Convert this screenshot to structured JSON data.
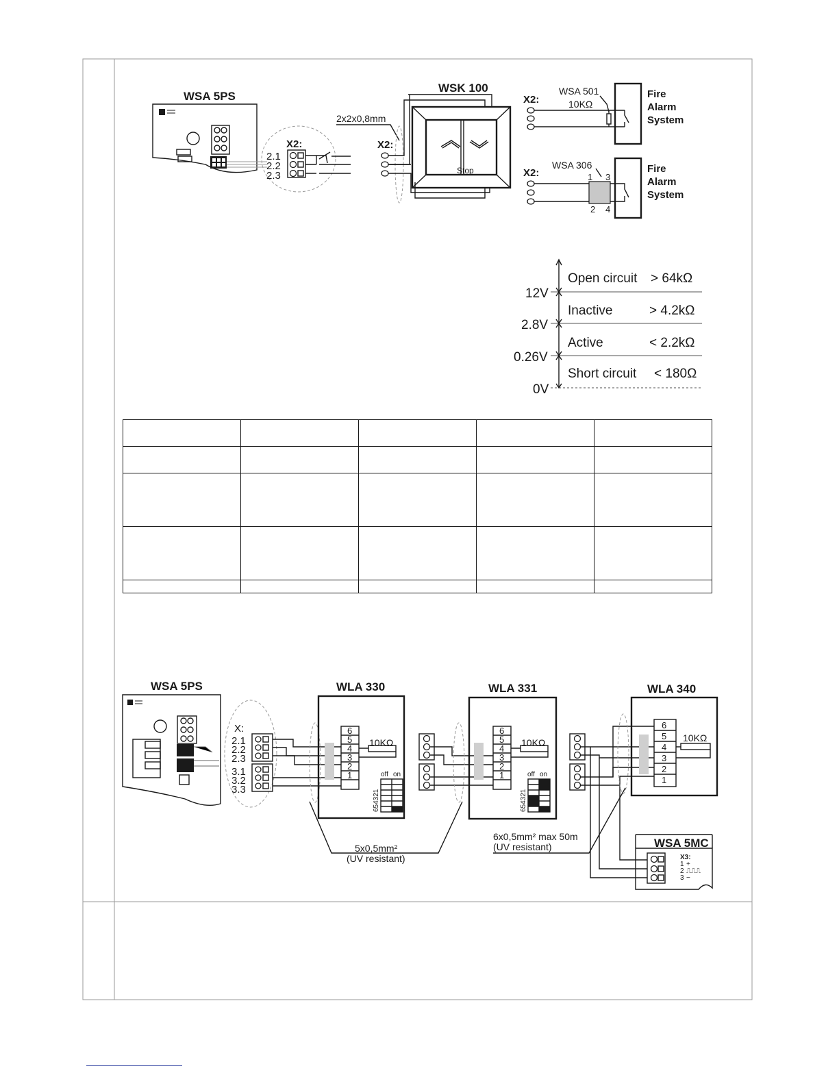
{
  "top_section": {
    "wsa5ps_label": "WSA 5PS",
    "x2_zoom_label": "X2:",
    "x2_terminals": [
      "2.1",
      "2.2",
      "2.3"
    ],
    "cable_label": "2x2x0,8mm",
    "wsk_label": "WSK 100",
    "wsk_x2_label": "X2:",
    "wsk_stop_label": "Stop",
    "fas1": {
      "x2_label": "X2:",
      "component": "WSA 501",
      "resistance": "10KΩ",
      "system_lines": [
        "Fire",
        "Alarm",
        "System"
      ]
    },
    "fas2": {
      "x2_label": "X2:",
      "component": "WSA 306",
      "pins": [
        "1",
        "3",
        "2",
        "4"
      ],
      "system_lines": [
        "Fire",
        "Alarm",
        "System"
      ]
    }
  },
  "voltage_scale": {
    "levels": [
      "12V",
      "2.8V",
      "0.26V",
      "0V"
    ],
    "bands": [
      {
        "state": "Open circuit",
        "value": ">  64kΩ"
      },
      {
        "state": "Inactive",
        "value": "> 4.2kΩ"
      },
      {
        "state": "Active",
        "value": "< 2.2kΩ"
      },
      {
        "state": "Short circuit",
        "value": "< 180Ω"
      }
    ]
  },
  "bottom_section": {
    "wsa5ps_label": "WSA 5PS",
    "x_label": "X:",
    "x_terminals_2": [
      "2.1",
      "2.2",
      "2.3"
    ],
    "x_terminals_3": [
      "3.1",
      "3.2",
      "3.3"
    ],
    "wla330": {
      "label": "WLA 330",
      "pins": [
        "6",
        "5",
        "4",
        "3",
        "2",
        "1"
      ],
      "resistance": "10KΩ",
      "dip_off": "off",
      "dip_on": "on",
      "dip_numbers": "654321"
    },
    "wla331": {
      "label": "WLA 331",
      "pins": [
        "6",
        "5",
        "4",
        "3",
        "2",
        "1"
      ],
      "resistance": "10KΩ",
      "dip_off": "off",
      "dip_on": "on",
      "dip_numbers": "654321"
    },
    "wla340": {
      "label": "WLA 340",
      "pins": [
        "6",
        "5",
        "4",
        "3",
        "2",
        "1"
      ],
      "resistance": "10KΩ"
    },
    "cable1": [
      "5x0,5mm²",
      "(UV resistant)"
    ],
    "cable2": [
      "6x0,5mm² max 50m",
      "(UV resistant)"
    ],
    "wsa5mc": {
      "label": "WSA 5MC",
      "x3_label": "X3:",
      "pins": [
        "1",
        "2",
        "3"
      ],
      "signs": [
        "+",
        "⎍⎍⎍",
        "−"
      ]
    }
  }
}
